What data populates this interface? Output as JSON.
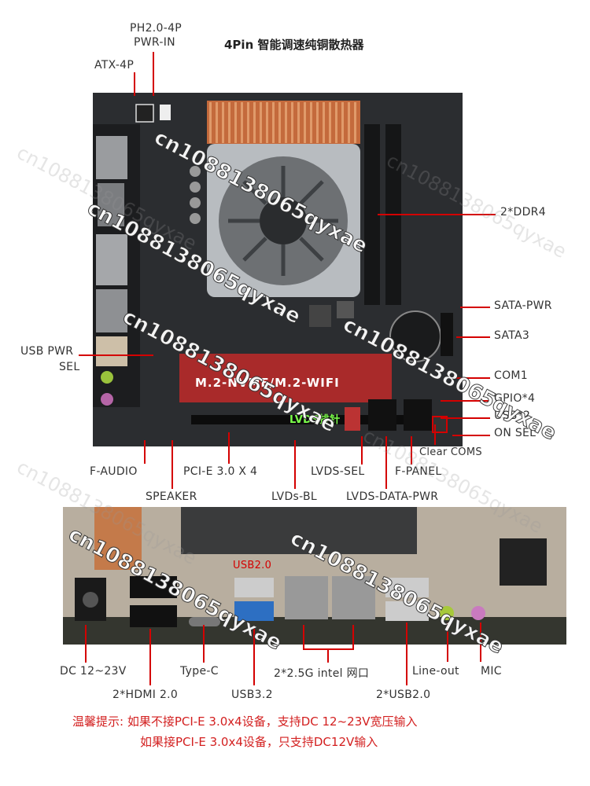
{
  "top_title": "4Pin 智能调速纯铜散热器",
  "labels_top": {
    "ph20_pwr_in_1": "PH2.0-4P",
    "ph20_pwr_in_2": "PWR-IN",
    "atx4p": "ATX-4P",
    "usb_pwr_sel_1": "USB PWR",
    "usb_pwr_sel_2": "SEL",
    "ddr4": "2*DDR4",
    "sata_pwr": "SATA-PWR",
    "sata3": "SATA3",
    "com1": "COM1",
    "gpio4": "GPIO*4",
    "usb2": "USB*2",
    "on_sel": "ON SEL",
    "clear_coms": "Clear COMS",
    "f_audio": "F-AUDIO",
    "pcie": "PCI-E 3.0 X 4",
    "lvds_sel": "LVDS-SEL",
    "f_panel": "F-PANEL",
    "speaker": "SPEAKER",
    "lvds_bl": "LVDs-BL",
    "lvds_data_pwr": "LVDS-DATA-PWR",
    "board_m2": "M.2-NVME/M.2-WIFI",
    "board_lvds": "LVDS排针"
  },
  "labels_bottom": {
    "usb20_top": "USB2.0",
    "dc": "DC 12~23V",
    "typec": "Type-C",
    "lan": "2*2.5G intel 网口",
    "lineout": "Line-out",
    "mic": "MIC",
    "hdmi": "2*HDMI 2.0",
    "usb32": "USB3.2",
    "usb20x2": "2*USB2.0"
  },
  "notes": {
    "line1": "温馨提示: 如果不接PCI-E 3.0x4设备，支持DC 12~23V宽压输入",
    "line2": "如果接PCI-E 3.0x4设备，只支持DC12V输入"
  },
  "watermark": "cn1088138065qyxae",
  "colors": {
    "accent_red": "#d40000",
    "note_red": "#d32020",
    "pcb": "#2a2c2e",
    "copper": "#c9703e"
  }
}
